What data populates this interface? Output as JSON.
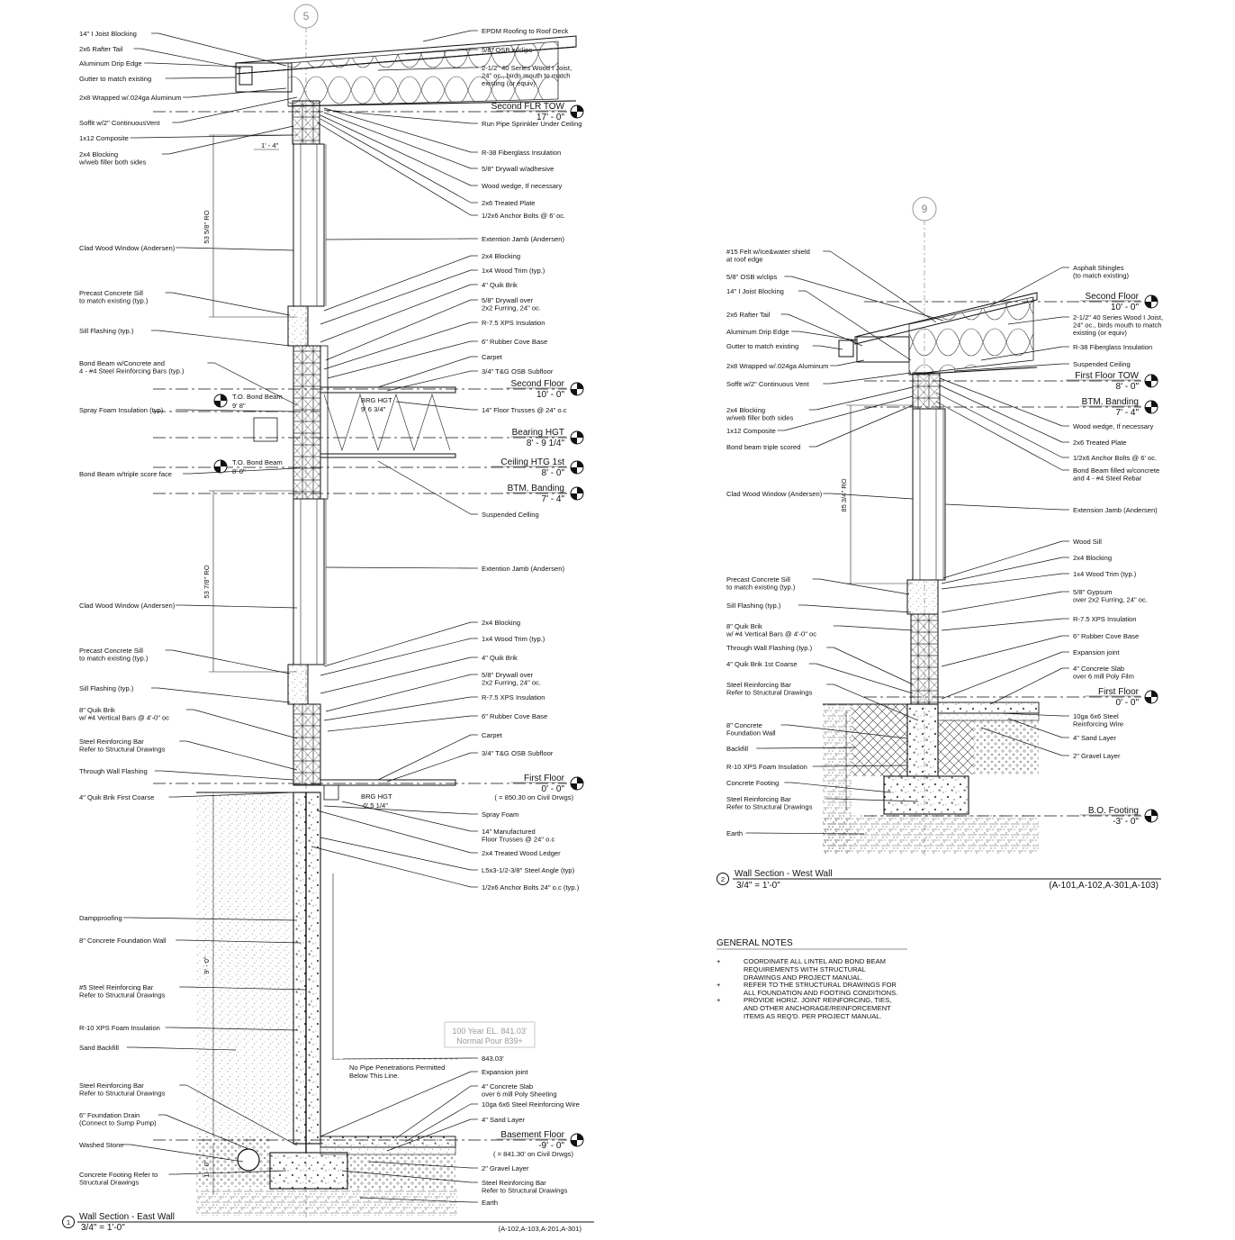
{
  "east": {
    "grid_tag": "5",
    "left_labels": [
      [
        "14\" I Joist Blocking"
      ],
      [
        "2x6 Rafter Tail"
      ],
      [
        "Aluminum Drip Edge"
      ],
      [
        "Gutter to match existing"
      ],
      [
        "2x8 Wrapped w/.024ga Aluminum"
      ],
      [
        "Soffit w/2\" ContinuousVent"
      ],
      [
        "1x12 Composite"
      ],
      [
        "2x4 Blocking",
        "w/web filler both sides"
      ],
      [
        "Clad Wood Window (Andersen)"
      ],
      [
        "Precast Concrete Sill",
        "to match existing (typ.)"
      ],
      [
        "Sill Flashing (typ.)"
      ],
      [
        "Bond Beam w/Concrete and",
        "4 - #4 Steel Reinforcing Bars (typ.)"
      ],
      [
        "Spray Foam Insulation (typ)"
      ],
      [
        "Bond Beam w/triple score face"
      ],
      [
        "Clad Wood Window (Andersen)"
      ],
      [
        "Precast Concrete Sill",
        "to match existing (typ.)"
      ],
      [
        "Sill Flashing (typ.)"
      ],
      [
        "8\" Quik Brik",
        "w/ #4 Vertical Bars @ 4'-0\" oc"
      ],
      [
        "Steel Reinforcing Bar",
        "Refer to Structural Drawings"
      ],
      [
        "Through Wall Flashing"
      ],
      [
        "4\" Quik Brik First Coarse"
      ],
      [
        "Dampproofing"
      ],
      [
        "8\" Concrete Foundation Wall"
      ],
      [
        "#5 Steel Reinforcing Bar",
        "Refer to Structural Drawings"
      ],
      [
        "R-10 XPS Foam Insulation"
      ],
      [
        "Sand Backfill"
      ],
      [
        "Steel Reinforcing Bar",
        "Refer to Structural Drawings"
      ],
      [
        "6\" Foundation Drain",
        "(Connect to Sump Pump)"
      ],
      [
        "Washed Stone"
      ],
      [
        "Concrete Footing Refer to",
        "Structural Drawings"
      ]
    ],
    "right_labels": [
      [
        "EPDM Roofing to Roof Deck"
      ],
      [
        "5/8\" OSB w/clips"
      ],
      [
        "2-1/2\" 40 Series Wood I Joist,",
        "24\" oc., birds mouth to match",
        "existing (or equiv)"
      ],
      [
        "Run Pipe Sprinkler Under Ceiling"
      ],
      [
        "R-38 Fiberglass Insulation"
      ],
      [
        "5/8\" Drywall w/adhesive"
      ],
      [
        "Wood wedge, If necessary"
      ],
      [
        "2x6 Treated Plate"
      ],
      [
        "1/2x6 Anchor Bolts @ 6' oc."
      ],
      [
        "Extention Jamb (Andersen)"
      ],
      [
        "2x4 Blocking"
      ],
      [
        "1x4 Wood Trim (typ.)"
      ],
      [
        "4\" Quik Brik"
      ],
      [
        "5/8\" Drywall over",
        "2x2 Furring, 24\" oc."
      ],
      [
        "R-7.5 XPS Insulation"
      ],
      [
        "6\" Rubber Cove Base"
      ],
      [
        "Carpet"
      ],
      [
        "3/4\" T&G OSB Subfloor"
      ],
      [
        "14\" Floor Trusses @ 24\" o.c"
      ],
      [
        "Suspended Celling"
      ],
      [
        "Extention Jamb (Andersen)"
      ],
      [
        "2x4 Blocking"
      ],
      [
        "1x4 Wood Trim (typ.)"
      ],
      [
        "4\" Quik Brik"
      ],
      [
        "5/8\" Drywall over",
        "2x2 Furring, 24\" oc."
      ],
      [
        "R-7.5 XPS Insulation"
      ],
      [
        "6\" Rubber Cove Base"
      ],
      [
        "Carpet"
      ],
      [
        "3/4\" T&G OSB Subfloor"
      ],
      [
        "Spray Foam"
      ],
      [
        "14\" Manufactured",
        "Floor Trusses @ 24\" o.c"
      ],
      [
        "2x4 Treated  Wood Ledger"
      ],
      [
        "L5x3-1/2-3/8\" Steel Angle (typ)"
      ],
      [
        "1/2x6 Anchor Bolts 24\" o.c (typ.)"
      ],
      [
        "843.03'"
      ],
      [
        "Expansion joint"
      ],
      [
        "4\" Concrete Slab",
        "over 6 mill Poly Sheeting"
      ],
      [
        "10ga 6x6 Steel Reinforcing Wire"
      ],
      [
        "4\" Sand Layer"
      ],
      [
        "2\" Gravel Layer"
      ],
      [
        "Steel Reinforcing Bar",
        "Refer to Structural Drawings"
      ],
      [
        "Earth"
      ]
    ],
    "levels": [
      {
        "name": "Second FLR TOW",
        "elev": "17' - 0\""
      },
      {
        "name": "Second Floor",
        "elev": "10' - 0\""
      },
      {
        "name": "Bearing HGT",
        "elev": "8' - 9 1/4\""
      },
      {
        "name": "Ceiling HTG 1st",
        "elev": "8' - 0\""
      },
      {
        "name": "BTM. Banding",
        "elev": "7' - 4\""
      },
      {
        "name": "First Floor",
        "elev": "0' - 0\"",
        "extra": "( = 850.30 on Civil Drwgs)"
      },
      {
        "name": "Basement Floor",
        "elev": "-9' - 0\"",
        "extra": "( = 841.30' on Civil Drwgs)"
      }
    ],
    "inner_levels": [
      {
        "name": "T.O. Bond Beam",
        "elev": "9' 8\""
      },
      {
        "name": "T.O. Bond Beam",
        "elev": "8' 0\""
      },
      {
        "name": "BRG HGT",
        "elev": "9' 6 3/4\""
      },
      {
        "name": "BRG HGT",
        "elev": "-0' 5 1/4\""
      }
    ],
    "dims": [
      "1' - 4\"",
      "53 5/8\" RO",
      "53 7/8\" RO",
      "9' - 0\"",
      "1' - 0\""
    ],
    "flood_note": [
      "100 Year EL. 841.03'",
      "Normal Pour 839+"
    ],
    "pipe_note": [
      "No Pipe Penetrations Permitted",
      "Below This Line."
    ],
    "title": {
      "num": "1",
      "name": "Wall Section - East Wall",
      "scale": "3/4\" = 1'-0\"",
      "refs": "(A-102,A-103,A-201,A-301)"
    }
  },
  "west": {
    "grid_tag": "9",
    "left_labels": [
      [
        "#15 Felt w/Ice&water shield",
        "at roof edge"
      ],
      [
        "5/8\" OSB w/clips"
      ],
      [
        "14\" I Joist Blocking"
      ],
      [
        "2x6 Rafter Tail"
      ],
      [
        "Aluminum Drip Edge"
      ],
      [
        "Gutter to match existing"
      ],
      [
        "2x8 Wrapped w/.024ga Aluminum"
      ],
      [
        "Soffit w/2\" Continuous Vent"
      ],
      [
        "2x4 Blocking",
        "w/web filler both sides"
      ],
      [
        "1x12 Composite"
      ],
      [
        "Bond beam triple scored"
      ],
      [
        "Clad Wood Window (Andersen)"
      ],
      [
        "Precast Concrete Sill",
        "to match existing (typ.)"
      ],
      [
        "Sill Flashing (typ.)"
      ],
      [
        "8\" Quik Brik",
        "w/ #4 Vertical Bars @ 4'-0\" oc"
      ],
      [
        "Through Wall Flashing (typ.)"
      ],
      [
        "4\" Quik Brik 1st Coarse"
      ],
      [
        "Steel Reinforcing Bar",
        "Refer to Structural Drawings"
      ],
      [
        "8\" Concrete",
        "Foundation Wall"
      ],
      [
        "Backfill"
      ],
      [
        "R-10 XPS Foam Insulation"
      ],
      [
        "Concrete Footing"
      ],
      [
        "Steel Reinforcing Bar",
        "Refer to Structural Drawings"
      ],
      [
        "Earth"
      ]
    ],
    "right_labels": [
      [
        "Asphalt Shingles",
        "(to match existing)"
      ],
      [
        "2-1/2\" 40 Series Wood I Joist,",
        "24\" oc., birds mouth to match",
        "existing (or equiv)"
      ],
      [
        "R-38 Fiberglass Insulation"
      ],
      [
        "Suspended Ceiling"
      ],
      [
        "Wood wedge, If necessary"
      ],
      [
        "2x6 Treated Plate"
      ],
      [
        "1/2x6 Anchor Bolts @ 6' oc."
      ],
      [
        "Bond Beam filled w/concrete",
        "and 4 - #4 Steel Rebar"
      ],
      [
        "Extension Jamb (Andersen)"
      ],
      [
        "Wood Sill"
      ],
      [
        "2x4 Blocking"
      ],
      [
        "1x4 Wood Trim (typ.)"
      ],
      [
        "5/8\" Gypsum",
        "over 2x2 Furring, 24\" oc."
      ],
      [
        "R-7.5 XPS Insulation"
      ],
      [
        "6\" Rubber Cove Base"
      ],
      [
        "Expansion joint"
      ],
      [
        "4\" Concrete Slab",
        "over 6 mill Poly Film"
      ],
      [
        "10ga 6x6 Steel",
        "Reinforcing Wire"
      ],
      [
        "4\" Sand Layer"
      ],
      [
        "2\" Gravel Layer"
      ]
    ],
    "levels": [
      {
        "name": "Second Floor",
        "elev": "10' - 0\""
      },
      {
        "name": "First Floor TOW",
        "elev": "8' - 0\""
      },
      {
        "name": "BTM. Banding",
        "elev": "7' - 4\""
      },
      {
        "name": "First Floor",
        "elev": "0' - 0\""
      },
      {
        "name": "B.O. Footing",
        "elev": "-3' - 0\""
      }
    ],
    "dims": [
      "85 3/4\" RO"
    ],
    "title": {
      "num": "2",
      "name": "Wall Section - West Wall",
      "scale": "3/4\" = 1'-0\"",
      "refs": "(A-101,A-102,A-301,A-103)"
    }
  },
  "general_notes": {
    "heading": "GENERAL NOTES",
    "bullet": "+",
    "items": [
      [
        "COORDINATE ALL LINTEL AND BOND BEAM",
        "REQUIREMENTS WITH STRUCTURAL",
        "DRAWINGS AND PROJECT MANUAL."
      ],
      [
        "REFER TO THE STRUCTURAL DRAWINGS FOR",
        "ALL FOUNDATION AND FOOTING CONDITIONS."
      ],
      [
        "PROVIDE HORIZ. JOINT REINFORCING, TIES,",
        "AND OTHER ANCHORAGE/REINFORCEMENT",
        "ITEMS AS REQ'D. PER PROJECT MANUAL."
      ]
    ]
  }
}
